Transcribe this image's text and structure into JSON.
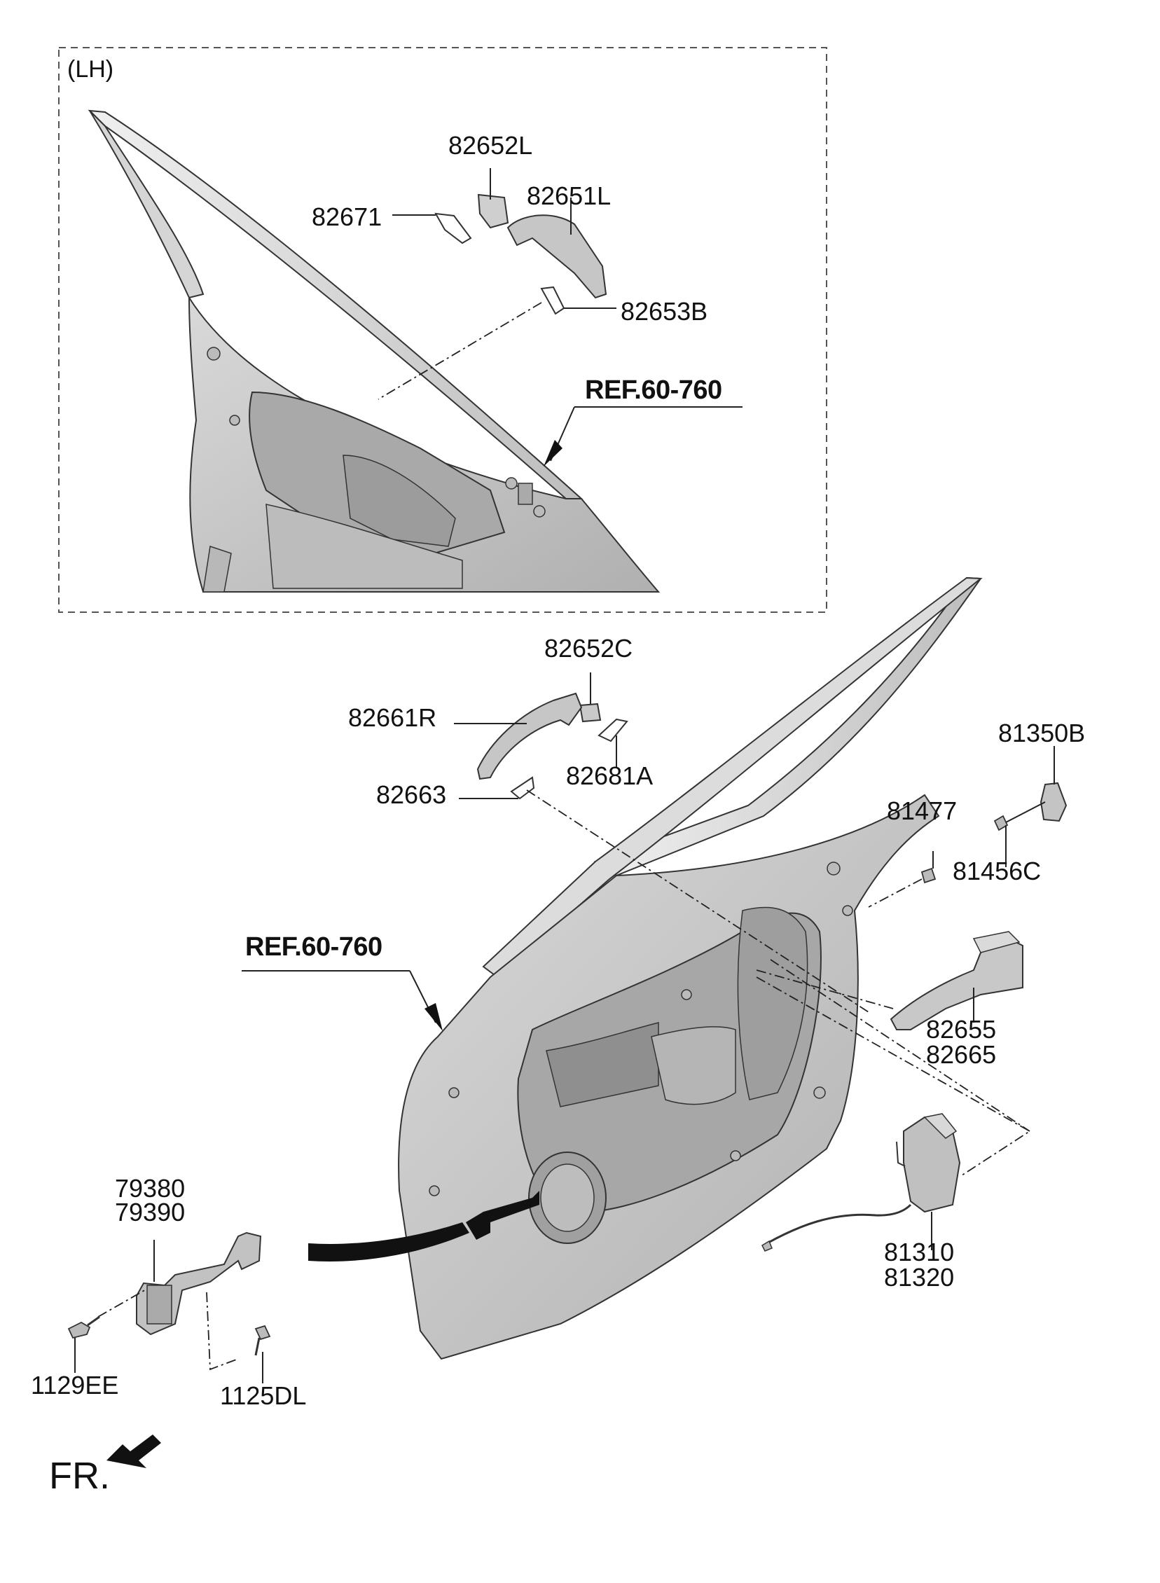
{
  "inset": {
    "title": "(LH)",
    "parts": {
      "p82652L": "82652L",
      "p82651L": "82651L",
      "p82671": "82671",
      "p82653B": "82653B"
    },
    "ref": "REF.60-760"
  },
  "main": {
    "ref": "REF.60-760",
    "parts": {
      "p82652C": "82652C",
      "p82661R": "82661R",
      "p82681A": "82681A",
      "p82663": "82663",
      "p81350B": "81350B",
      "p81477": "81477",
      "p81456C": "81456C",
      "p82655": "82655",
      "p82665": "82665",
      "p81310": "81310",
      "p81320": "81320",
      "p79380": "79380",
      "p79390": "79390",
      "p1129EE": "1129EE",
      "p1125DL": "1125DL"
    }
  },
  "direction": {
    "label": "FR."
  },
  "colors": {
    "panel": "#c9c9c9",
    "panel_dark": "#9a9a9a",
    "panel_light": "#e2e2e2",
    "line": "#222222"
  }
}
